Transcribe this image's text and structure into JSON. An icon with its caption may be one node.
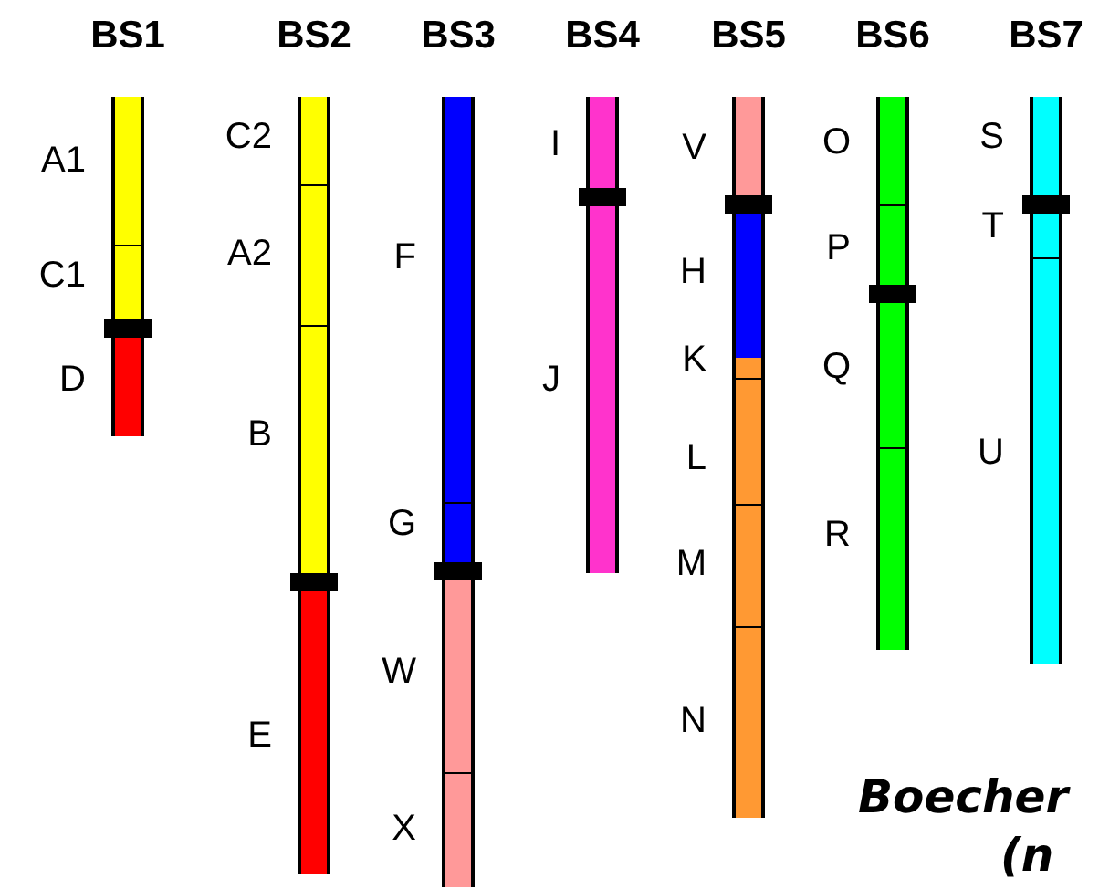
{
  "diagram": {
    "nodes": [
      {
        "text": [
          "BS1"
        ]
      },
      {
        "text": [],
        "shape": "bar",
        "beside": [
          "A1"
        ],
        "in": 0
      },
      {
        "text": [],
        "shape": "bar",
        "beside": [
          "C1"
        ],
        "in": 0
      },
      {
        "text": [],
        "shape": "bar",
        "beside": [
          "D"
        ],
        "in": 0
      },
      {
        "text": [
          "BS2"
        ]
      },
      {
        "text": [],
        "shape": "bar",
        "beside": [
          "C2"
        ],
        "in": 4
      },
      {
        "text": [],
        "shape": "bar",
        "beside": [
          "A2"
        ],
        "in": 4
      },
      {
        "text": [],
        "shape": "bar",
        "beside": [
          "B"
        ],
        "in": 4
      },
      {
        "text": [],
        "shape": "bar",
        "beside": [
          "E"
        ],
        "in": 4
      },
      {
        "text": [
          "BS3"
        ]
      },
      {
        "text": [],
        "shape": "bar",
        "beside": [
          "F"
        ],
        "in": 9
      },
      {
        "text": [],
        "shape": "bar",
        "beside": [
          "G"
        ],
        "in": 9
      },
      {
        "text": [],
        "shape": "bar",
        "beside": [
          "W"
        ],
        "in": 9
      },
      {
        "text": [],
        "shape": "bar",
        "beside": [
          "X"
        ],
        "in": 9
      },
      {
        "text": [
          "BS4"
        ]
      },
      {
        "text": [],
        "shape": "bar",
        "beside": [
          "I"
        ],
        "in": 14
      },
      {
        "text": [],
        "shape": "bar",
        "beside": [
          "J"
        ],
        "in": 14
      },
      {
        "text": [
          "BS5"
        ]
      },
      {
        "text": [],
        "shape": "bar",
        "beside": [
          "V"
        ],
        "in": 17
      },
      {
        "text": [],
        "shape": "bar",
        "beside": [
          "H"
        ],
        "in": 17
      },
      {
        "text": [],
        "shape": "bar",
        "beside": [
          "K"
        ],
        "in": 17
      },
      {
        "text": [],
        "shape": "bar",
        "beside": [
          "L"
        ],
        "in": 17
      },
      {
        "text": [],
        "shape": "bar",
        "beside": [
          "M"
        ],
        "in": 17
      },
      {
        "text": [],
        "shape": "bar",
        "beside": [
          "N"
        ],
        "in": 17
      },
      {
        "text": [
          "BS6"
        ]
      },
      {
        "text": [],
        "shape": "bar",
        "beside": [
          "O"
        ],
        "in": 24
      },
      {
        "text": [],
        "shape": "bar",
        "beside": [
          "P"
        ],
        "in": 24
      },
      {
        "text": [],
        "shape": "bar",
        "beside": [
          "Q"
        ],
        "in": 24
      },
      {
        "text": [],
        "shape": "bar",
        "beside": [
          "R"
        ],
        "in": 24
      },
      {
        "text": [
          "BS7"
        ]
      },
      {
        "text": [],
        "shape": "bar",
        "beside": [
          "S"
        ],
        "in": 29
      },
      {
        "text": [],
        "shape": "bar",
        "beside": [
          "T"
        ],
        "in": 29
      },
      {
        "text": [],
        "shape": "bar",
        "beside": [
          "U"
        ],
        "in": 29
      }
    ],
    "labels": [
      "Boecher",
      "(n"
    ]
  }
}
